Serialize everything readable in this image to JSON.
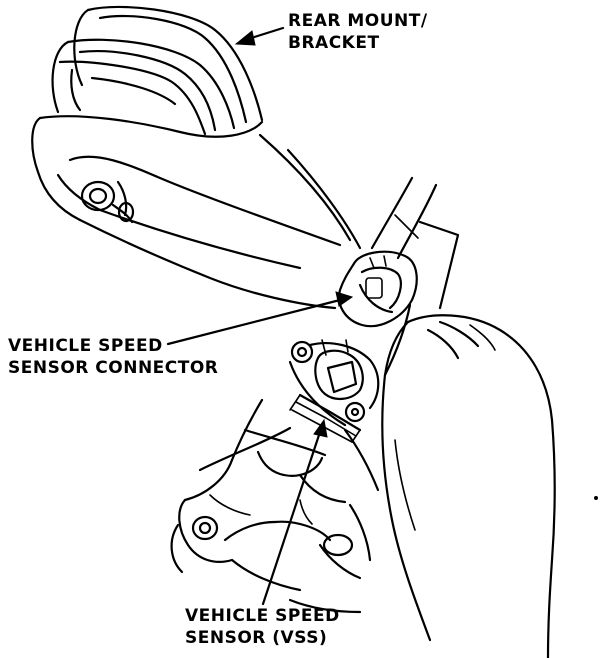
{
  "labels": {
    "rear_mount_bracket": {
      "line1": "REAR MOUNT/",
      "line2": "BRACKET"
    },
    "vss_connector": {
      "line1": "VEHICLE SPEED",
      "line2": "SENSOR CONNECTOR"
    },
    "vss": {
      "line1": "VEHICLE SPEED",
      "line2": "SENSOR (VSS)"
    }
  },
  "colors": {
    "ink": "#000000",
    "paper": "#ffffff"
  }
}
